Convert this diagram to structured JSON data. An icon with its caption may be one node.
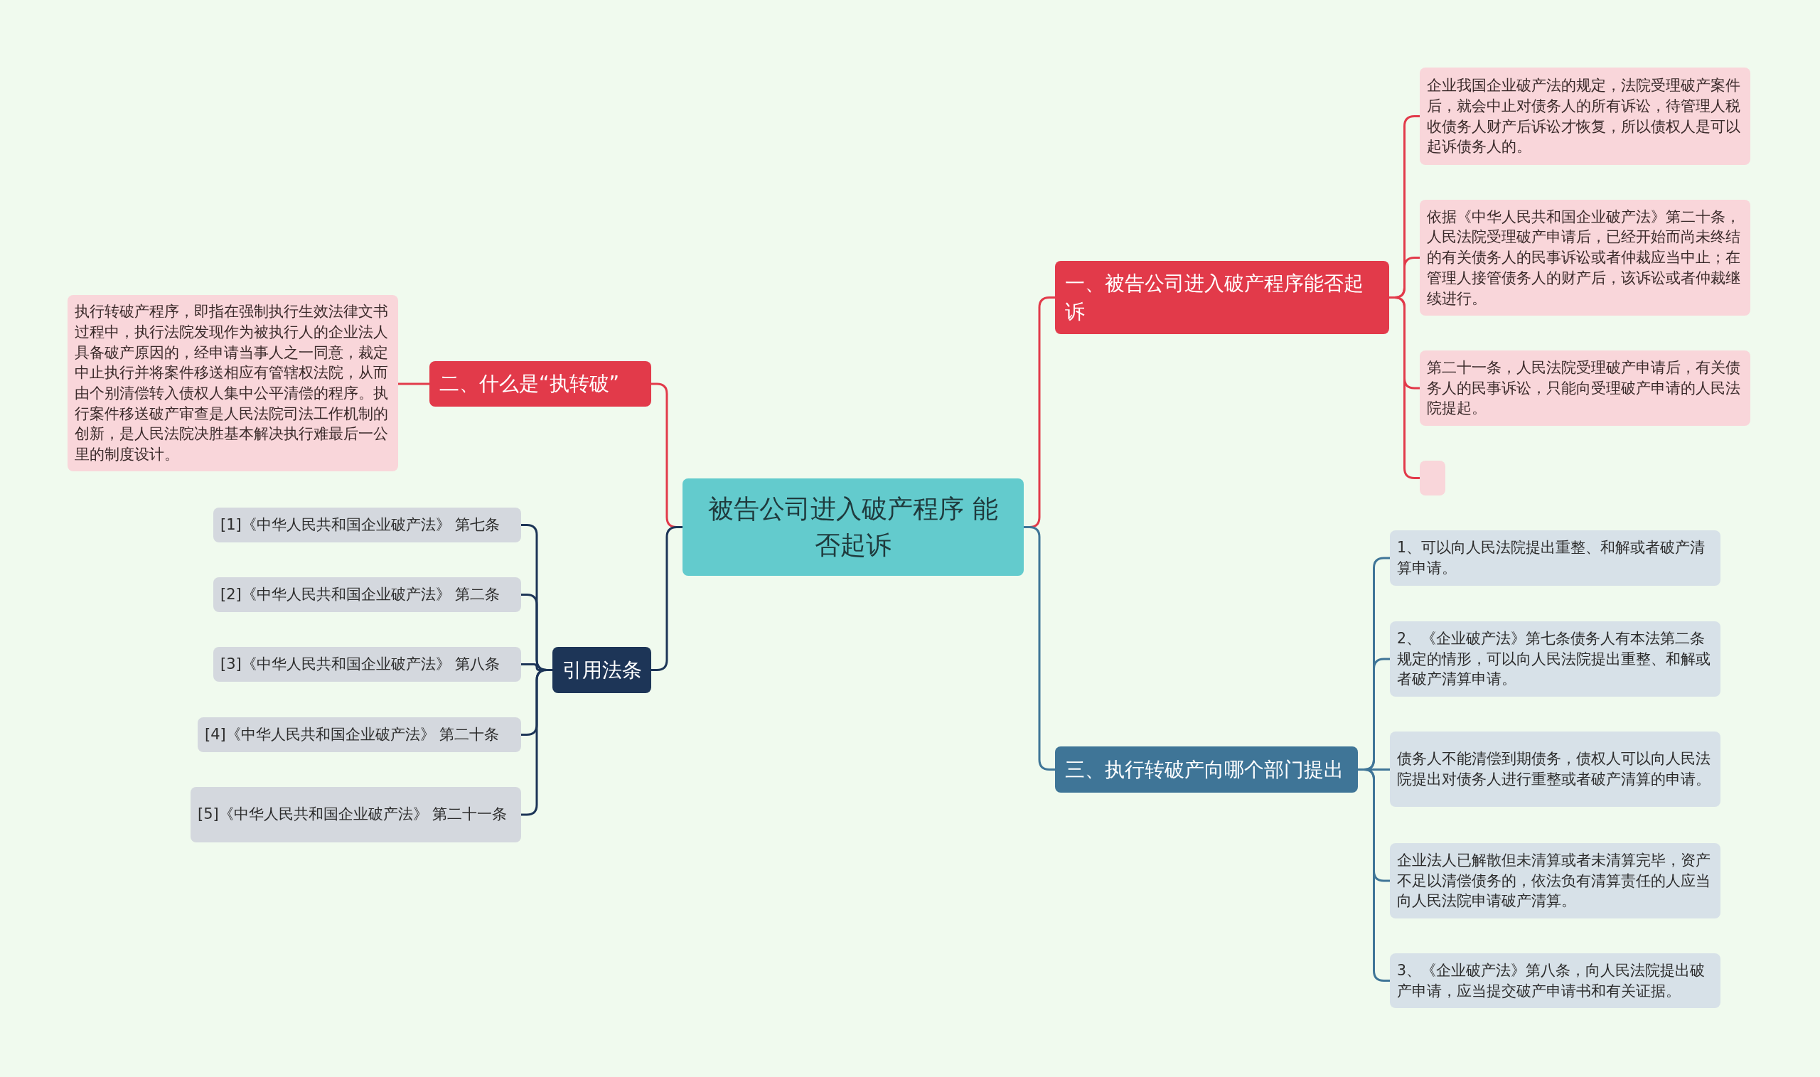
{
  "diagram": {
    "nodes": [
      {
        "text": [
          "被告公司进入破产程序 能否起诉"
        ]
      },
      {
        "text": [
          "一、被告公司进入破产程序能否起诉"
        ]
      },
      {
        "text": [
          "企业我国企业破产法的规定，法院受理破产案件后，就会中止对债务人的所有诉讼，待管理人税收债务人财产后诉讼才恢复，所以债权人是可以起诉债务人的。"
        ]
      },
      {
        "text": [
          "依据《中华人民共和国企业破产法》第二十条，人民法院受理破产申请后，已经开始而尚未终结的有关债务人的民事诉讼或者仲裁应当中止；在管理人接管债务人的财产后，该诉讼或者仲裁继续进行。"
        ]
      },
      {
        "text": [
          "第二十一条，人民法院受理破产申请后，有关债务人的民事诉讼，只能向受理破产申请的人民法院提起。"
        ]
      },
      {
        "text": [],
        "shape": "box"
      },
      {
        "text": [
          "三、执行转破产向哪个部门提出"
        ]
      },
      {
        "text": [
          "1、可以向人民法院提出重整、和解或者破产清算申请。"
        ]
      },
      {
        "text": [
          "2、《企业破产法》第七条债务人有本法第二条规定的情形，可以向人民法院提出重整、和解或者破产清算申请。"
        ]
      },
      {
        "text": [
          "债务人不能清偿到期债务，债权人可以向人民法院提出对债务人进行重整或者破产清算的申请。"
        ]
      },
      {
        "text": [
          "企业法人已解散但未清算或者未清算完毕，资产不足以清偿债务的，依法负有清算责任的人应当向人民法院申请破产清算。"
        ]
      },
      {
        "text": [
          "3、《企业破产法》第八条，向人民法院提出破产申请，应当提交破产申请书和有关证据。"
        ]
      },
      {
        "text": [
          "二、什么是“执转破”"
        ]
      },
      {
        "text": [
          "执行转破产程序，即指在强制执行生效法律文书过程中，执行法院发现作为被执行人的企业法人具备破产原因的，经申请当事人之一同意，裁定中止执行并将案件移送相应有管辖权法院，从而由个别清偿转入债权人集中公平清偿的程序。执行案件移送破产审查是人民法院司法工作机制的创新，是人民法院决胜基本解决执行难最后一公里的制度设计。"
        ]
      },
      {
        "text": [
          "引用法条"
        ]
      },
      {
        "text": [
          "[1]《中华人民共和国企业破产法》 第七条"
        ]
      },
      {
        "text": [
          "[2]《中华人民共和国企业破产法》 第二条"
        ]
      },
      {
        "text": [
          "[3]《中华人民共和国企业破产法》 第八条"
        ]
      },
      {
        "text": [
          "[4]《中华人民共和国企业破产法》 第二十条"
        ]
      },
      {
        "text": [
          "[5]《中华人民共和国企业破产法》 第二十一条"
        ]
      }
    ],
    "edges": [
      {
        "from": 0,
        "to": 1,
        "arrow": "none",
        "color": "#e23a4a"
      },
      {
        "from": 1,
        "to": 2,
        "arrow": "none",
        "color": "#e23a4a"
      },
      {
        "from": 1,
        "to": 3,
        "arrow": "none",
        "color": "#e23a4a"
      },
      {
        "from": 1,
        "to": 4,
        "arrow": "none",
        "color": "#e23a4a"
      },
      {
        "from": 1,
        "to": 5,
        "arrow": "none",
        "color": "#e23a4a"
      },
      {
        "from": 0,
        "to": 6,
        "arrow": "none",
        "color": "#3f7597"
      },
      {
        "from": 6,
        "to": 7,
        "arrow": "none",
        "color": "#3f7597"
      },
      {
        "from": 6,
        "to": 8,
        "arrow": "none",
        "color": "#3f7597"
      },
      {
        "from": 6,
        "to": 9,
        "arrow": "none",
        "color": "#3f7597"
      },
      {
        "from": 6,
        "to": 10,
        "arrow": "none",
        "color": "#3f7597"
      },
      {
        "from": 6,
        "to": 11,
        "arrow": "none",
        "color": "#3f7597"
      },
      {
        "from": 0,
        "to": 12,
        "arrow": "none",
        "color": "#e23a4a"
      },
      {
        "from": 12,
        "to": 13,
        "arrow": "none",
        "color": "#e23a4a"
      },
      {
        "from": 0,
        "to": 14,
        "arrow": "none",
        "color": "#1d3557"
      },
      {
        "from": 14,
        "to": 15,
        "arrow": "none",
        "color": "#1d3557"
      },
      {
        "from": 14,
        "to": 16,
        "arrow": "none",
        "color": "#1d3557"
      },
      {
        "from": 14,
        "to": 17,
        "arrow": "none",
        "color": "#1d3557"
      },
      {
        "from": 14,
        "to": 18,
        "arrow": "none",
        "color": "#1d3557"
      },
      {
        "from": 14,
        "to": 19,
        "arrow": "none",
        "color": "#1d3557"
      }
    ]
  }
}
